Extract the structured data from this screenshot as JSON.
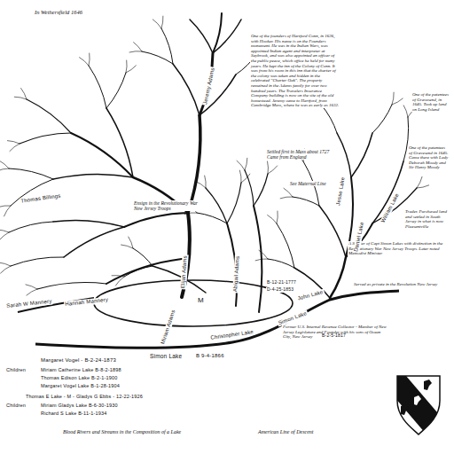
{
  "diagram": {
    "caption": "Blood Rivers and Streams in the Composition of a Lake",
    "labels": [
      "In Wethersfield 1646",
      "One of the founders of Hartford Conn, in 1636, with Hooker. His name is on the Founders monument. He was in the Indian Wars, was appointed Indian agent and interpreter at Saybrook, and was also appointed an officer of the public peace, which office he held for many years. He kept the inn of the Colony of Conn. It was from his room in this inn that the charter of the colony was taken and hidden in the celebrated \"Charter Oak\". The property remained in the Adams family for over two hundred years. The Travelers Insurance Company building is now on the site of the old homestead. Jeremy came to Hartford, from Cambridge Mass, where he was as early as 1632.",
      "Ensign in the Revolutionary War New Jersey Troops",
      "Settled first in Mass about 1727 Came from England",
      "See Maternal Line",
      "One of the patentees of Gravesend, in 1645. Took up land on Long Island",
      "One of the patentees of Gravesend in 1645. Came there with Lady Deborah Moody and Sir Henry Moody",
      "Trader. Purchased land and settled in South Jersey in what is now Pleasantville",
      "A Soldier of Capt Simon Lakes with distinction in the Revolutionary War New Jersey Troops. Later noted Methodist Minister",
      "Served as private in the Revolution New Jersey",
      "Former U.S. Internal Revenue Collector - Member of New Jersey Legislature and Founder with his sons of Ocean City, New Jersey",
      "Simon Lake",
      "B 9-4-1866",
      "Margaret Vogel - B-2-24-1873",
      "Children",
      "Miriam Catherine Lake B-8-2-1898",
      "Thomas Edison Lake B-2-1-1900",
      "Margaret Vogel Lake B-1-28-1904",
      "Thomas E Lake - M - Gladys G Ebbs - 12-22-1926",
      "Children",
      "Miriam Gladys Lake B-6-30-1930",
      "Richard S Lake B-11-1-1934",
      "American Line of Descent",
      "M",
      "Simon Lake",
      "Christopher Lake",
      "John Lake",
      "Daniel Lake",
      "William Lake",
      "Jesse Lake",
      "Elijah Adams",
      "Miriam Adams",
      "Abigail Adams",
      "Hannah Mannery",
      "Sarah W Mannery",
      "Jeremy Adams",
      "Thomas Billings",
      "B-12-21-1777",
      "D-4-25-1853",
      "B-2-5-1817"
    ]
  }
}
